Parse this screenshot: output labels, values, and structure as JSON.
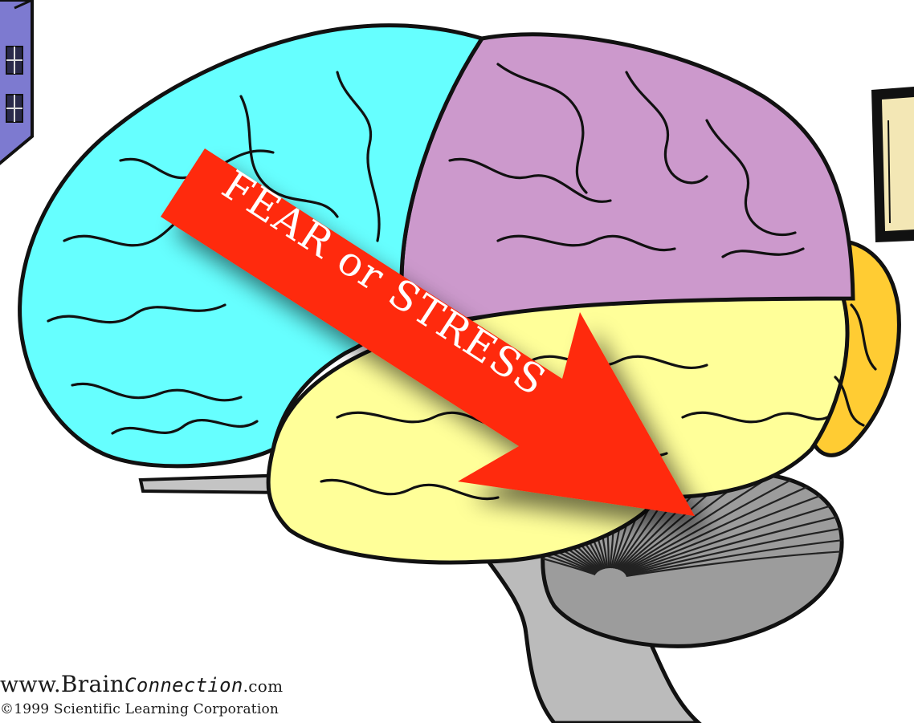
{
  "arrow": {
    "label": "FEAR or STRESS",
    "color": "#ff2a10"
  },
  "credit": {
    "site_prefix": "www.",
    "site_brand": "Brain",
    "site_connection": "Connection",
    "site_tld": ".com",
    "copyright": "©1999 Scientific Learning Corporation"
  },
  "colors": {
    "frontal_lobe": "#66ffff",
    "parietal_lobe": "#cc99cc",
    "temporal_lobe": "#ffff99",
    "occipital_lobe": "#ffcc33",
    "cerebellum": "#999999",
    "brainstem": "#bbbbbb",
    "outline": "#111111"
  }
}
